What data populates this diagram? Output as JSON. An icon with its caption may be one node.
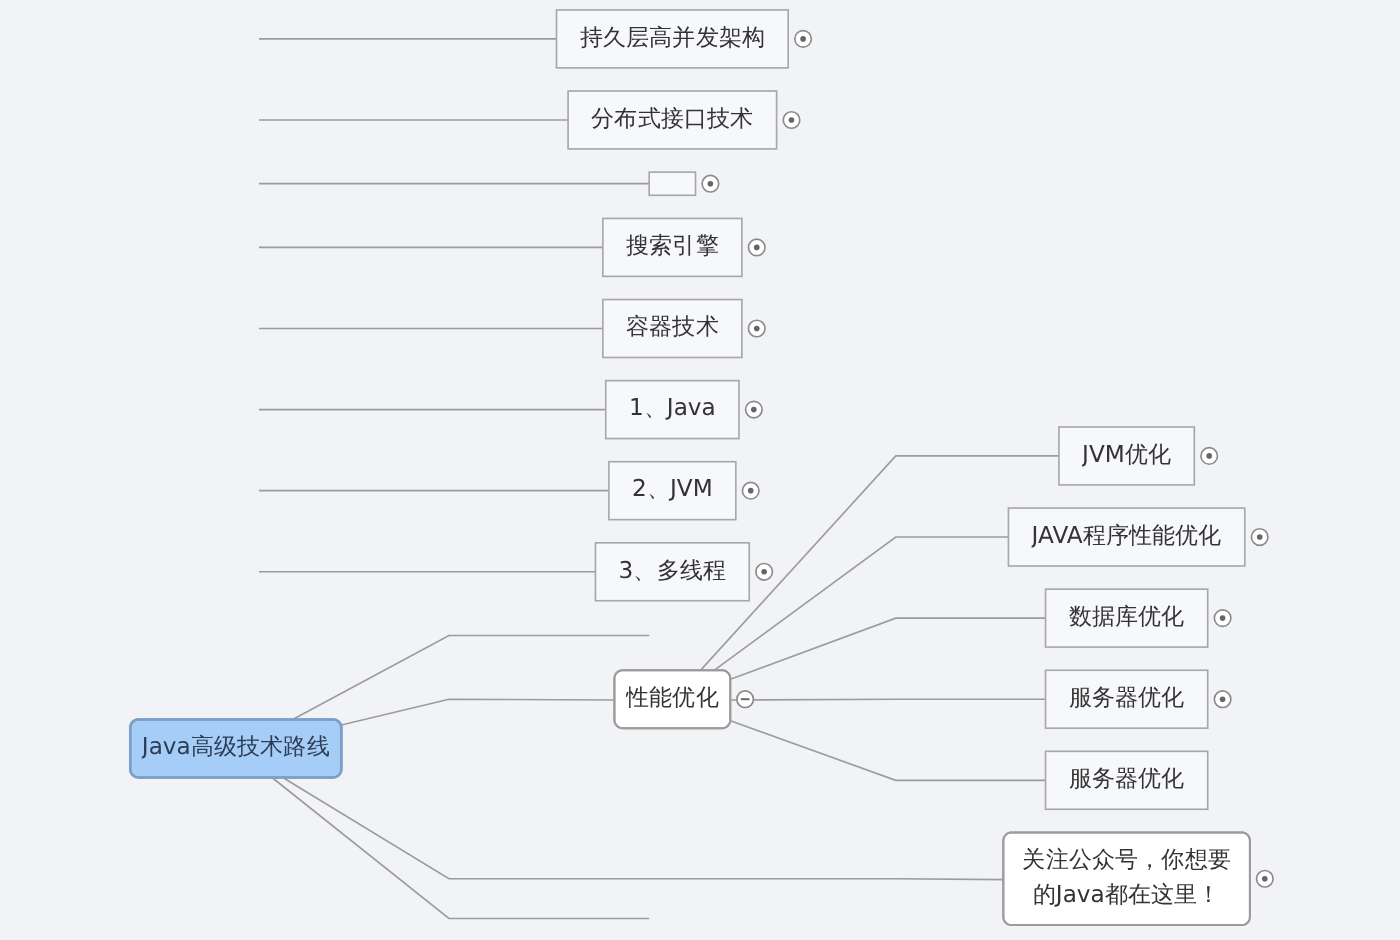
{
  "diagram": {
    "nodes": [
      {
        "text": [
          "Java高级技术路线"
        ]
      },
      {
        "text": [
          "持久层高并发架构"
        ]
      },
      {
        "text": [
          "分布式接口技术"
        ]
      },
      {
        "text": [],
        "shape": "box"
      },
      {
        "text": [
          "搜索引擎"
        ]
      },
      {
        "text": [
          "容器技术"
        ]
      },
      {
        "text": [
          "性能优化"
        ]
      },
      {
        "text": [
          "JVM优化"
        ]
      },
      {
        "text": [
          "JAVA程序性能优化"
        ]
      },
      {
        "text": [
          "数据库优化"
        ]
      },
      {
        "text": [
          "服务器优化"
        ]
      },
      {
        "text": [
          "服务器优化"
        ]
      },
      {
        "text": [
          "关注公众号，你想要的Java都在这里！"
        ]
      },
      {
        "text": [
          "1、Java"
        ]
      },
      {
        "text": [
          "2、JVM"
        ]
      },
      {
        "text": [
          "3、多线程"
        ]
      }
    ],
    "edges": [
      {
        "from": 0,
        "to": null,
        "arrow": "none"
      },
      {
        "from": null,
        "to": 1,
        "arrow": "none"
      },
      {
        "from": null,
        "to": 2,
        "arrow": "none"
      },
      {
        "from": null,
        "to": 3,
        "arrow": "none"
      },
      {
        "from": null,
        "to": 4,
        "arrow": "none"
      },
      {
        "from": null,
        "to": 5,
        "arrow": "none"
      },
      {
        "from": 0,
        "to": 6,
        "arrow": "none"
      },
      {
        "from": 6,
        "to": 7,
        "arrow": "none"
      },
      {
        "from": 6,
        "to": 8,
        "arrow": "none"
      },
      {
        "from": 6,
        "to": 9,
        "arrow": "none"
      },
      {
        "from": 6,
        "to": 10,
        "arrow": "none"
      },
      {
        "from": 6,
        "to": 11,
        "arrow": "none"
      },
      {
        "from": 0,
        "to": 12,
        "arrow": "none"
      },
      {
        "from": 0,
        "to": null,
        "arrow": "none"
      },
      {
        "from": null,
        "to": 13,
        "arrow": "none"
      },
      {
        "from": null,
        "to": 14,
        "arrow": "none"
      },
      {
        "from": null,
        "to": 15,
        "arrow": "none"
      }
    ]
  }
}
